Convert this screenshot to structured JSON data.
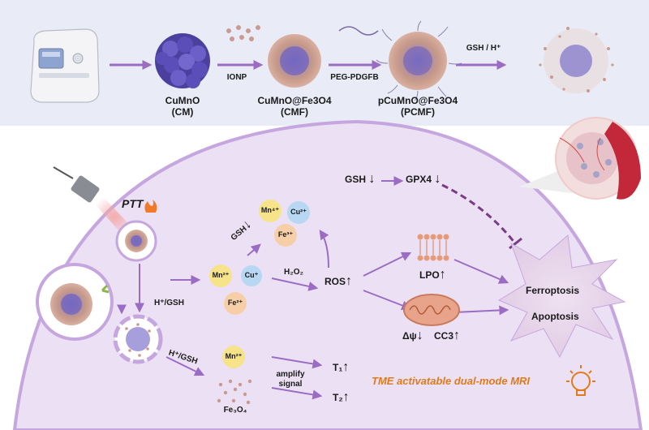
{
  "synthesis": {
    "cm_label": "CuMnO",
    "cm_abbr": "(CM)",
    "ionp_label": "IONP",
    "cmf_label": "CuMnO@Fe3O4",
    "cmf_abbr": "(CMF)",
    "peg_label": "PEG-PDGFB",
    "pcmf_label": "pCuMnO@Fe3O4",
    "pcmf_abbr": "(PCMF)",
    "release_label": "GSH / H⁺"
  },
  "mechanism": {
    "ptt_label": "PTT",
    "h_gsh_1": "H⁺/GSH",
    "h_gsh_2": "H⁺/GSH",
    "mn2_label": "Mn²⁺",
    "cu1_label": "Cu⁺",
    "fe2_label": "Fe²⁺",
    "mn4_label": "Mn⁴⁺",
    "cu2_label": "Cu²⁺",
    "fe3_label": "Fe³⁺",
    "gsh_down_label": "GSH",
    "h2o2_label": "H₂O₂",
    "ros_label": "ROS",
    "gsh_label": "GSH",
    "gpx4_label": "GPX4",
    "lpo_label": "LPO",
    "delta_psi_label": "Δψ",
    "cc3_label": "CC3",
    "ferroptosis_label": "Ferroptosis",
    "apoptosis_label": "Apoptosis",
    "mn2_mri_label": "Mn²⁺",
    "fe3o4_label": "Fe₃O₄",
    "amplify_label_1": "amplify",
    "amplify_label_2": "signal",
    "t1_label": "T₁",
    "t2_label": "T₂",
    "mri_label": "TME activatable dual-mode MRI"
  },
  "colors": {
    "top_panel": "#e9ecf6",
    "arrow": "#9b6cc4",
    "cell": "#ece1f4",
    "cell_border": "#c6a6de",
    "mn_ion": "#f7e38a",
    "cu_ion": "#b7d7f2",
    "fe_ion": "#f6cfa8",
    "ferroptosis": "#ead9ec",
    "inhibit": "#7a3a86",
    "mri_text": "#e07a1a"
  }
}
